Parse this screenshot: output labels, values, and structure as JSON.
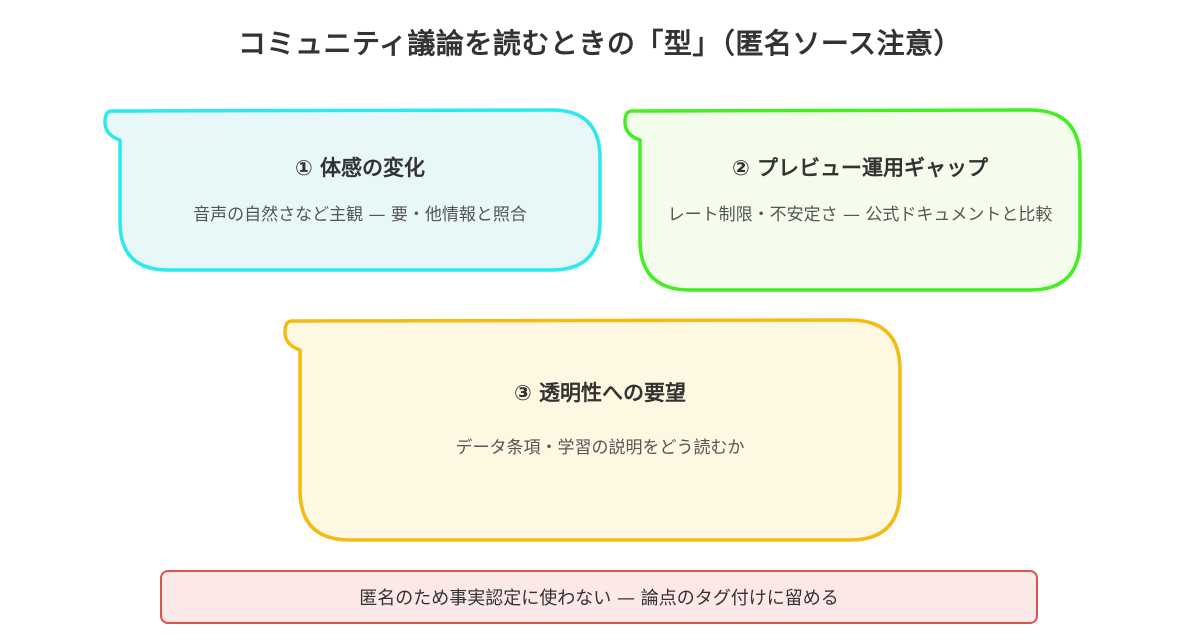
{
  "title": "コミュニティ議論を読むときの「型」（匿名ソース注意）",
  "bubbles": [
    {
      "heading": "① 体感の変化",
      "subtitle": "音声の自然さなど主観 — 要・他情報と照合",
      "fill": "#e8f8f9",
      "stroke": "#2de8ef"
    },
    {
      "heading": "② プレビュー運用ギャップ",
      "subtitle": "レート制限・不安定さ — 公式ドキュメントと比較",
      "fill": "#f4fdec",
      "stroke": "#44ee22"
    },
    {
      "heading": "③ 透明性への要望",
      "subtitle": "データ条項・学習の説明をどう読むか",
      "fill": "#fef7e2",
      "stroke": "#f2bc14"
    }
  ],
  "note": {
    "text": "匿名のため事実認定に使わない — 論点のタグ付けに留める",
    "fill": "#fde8e8",
    "stroke": "#d9534f"
  }
}
